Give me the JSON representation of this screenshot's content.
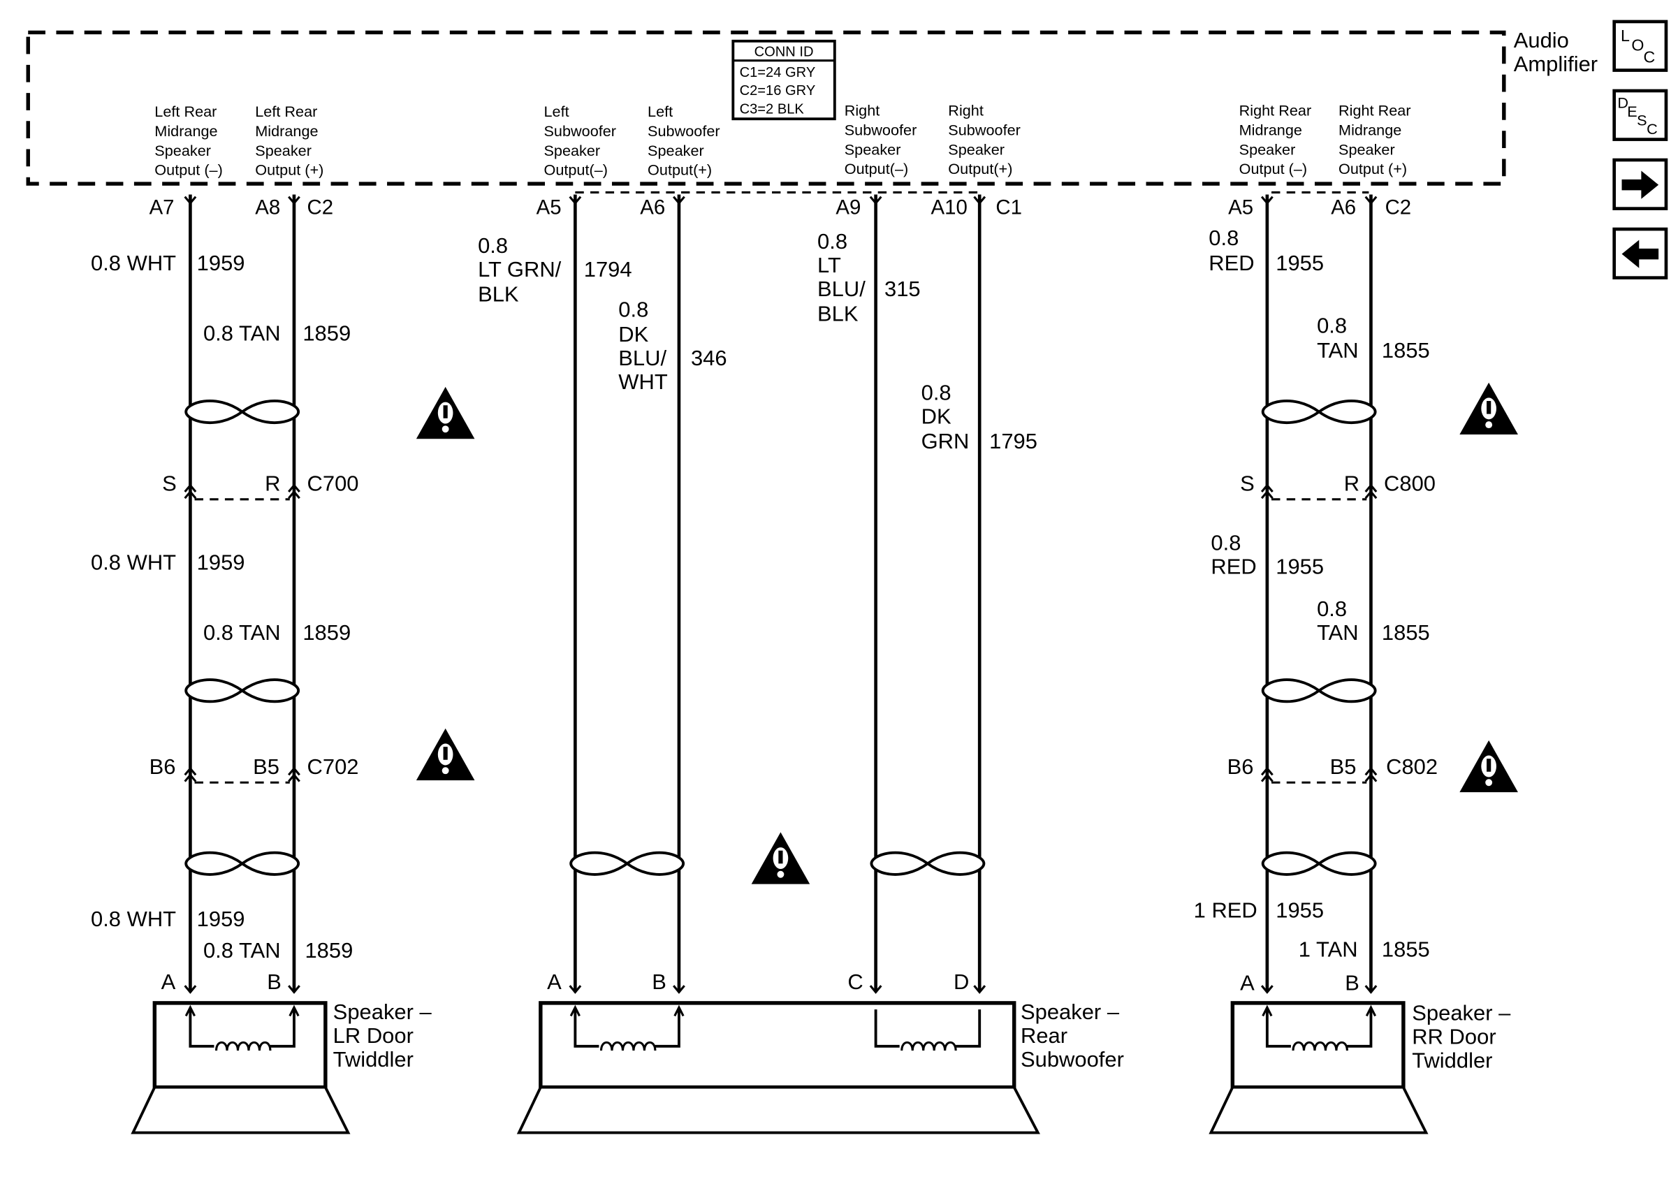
{
  "amplifier": {
    "title_line1": "Audio",
    "title_line2": "Amplifier",
    "conn_id": {
      "header": "CONN ID",
      "lines": [
        "C1=24 GRY",
        "C2=16 GRY",
        "C3=2 BLK"
      ]
    },
    "outputs": [
      [
        "Left Rear",
        "Midrange",
        "Speaker",
        "Output (–)"
      ],
      [
        "Left Rear",
        "Midrange",
        "Speaker",
        "Output (+)"
      ],
      [
        "Left",
        "Subwoofer",
        "Speaker",
        "Output(–)"
      ],
      [
        "Left",
        "Subwoofer",
        "Speaker",
        "Output(+)"
      ],
      [
        "Right",
        "Subwoofer",
        "Speaker",
        "Output(–)"
      ],
      [
        "Right",
        "Subwoofer",
        "Speaker",
        "Output(+)"
      ],
      [
        "Right Rear",
        "Midrange",
        "Speaker",
        "Output (–)"
      ],
      [
        "Right Rear",
        "Midrange",
        "Speaker",
        "Output (+)"
      ]
    ],
    "pins": [
      "A7",
      "A8",
      "C2",
      "A5",
      "A6",
      "A9",
      "A10",
      "C1",
      "A5",
      "A6",
      "C2"
    ]
  },
  "nav": {
    "loc": {
      "l": "L",
      "o": "O",
      "c": "C"
    },
    "desc": {
      "d": "D",
      "e": "E",
      "s": "S",
      "c": "C"
    },
    "next_glyph": "→",
    "prev_glyph": "←"
  },
  "left_circuit": {
    "seg1": {
      "wht": "0.8 WHT",
      "wht_id": "1959",
      "tan": "0.8 TAN",
      "tan_id": "1859"
    },
    "c700": {
      "pin_a": "S",
      "pin_b": "R",
      "name": "C700"
    },
    "seg2": {
      "wht": "0.8 WHT",
      "wht_id": "1959",
      "tan": "0.8 TAN",
      "tan_id": "1859"
    },
    "c702": {
      "pin_a": "B6",
      "pin_b": "B5",
      "name": "C702"
    },
    "seg3": {
      "wht": "0.8 WHT",
      "wht_id": "1959",
      "tan": "0.8 TAN",
      "tan_id": "1859"
    },
    "terminals": [
      "A",
      "B"
    ],
    "speaker": [
      "Speaker –",
      "LR Door",
      "Twiddler"
    ]
  },
  "sub_circuit": {
    "w1": [
      "0.8",
      "LT GRN/",
      "BLK"
    ],
    "w1_id": "1794",
    "w2": [
      "0.8",
      "DK",
      "BLU/",
      "WHT"
    ],
    "w2_id": "346",
    "w3": [
      "0.8",
      "LT",
      "BLU/",
      "BLK"
    ],
    "w3_id": "315",
    "w4": [
      "0.8",
      "DK",
      "GRN"
    ],
    "w4_id": "1795",
    "terminals": [
      "A",
      "B",
      "C",
      "D"
    ],
    "speaker": [
      "Speaker –",
      "Rear",
      "Subwoofer"
    ]
  },
  "right_circuit": {
    "seg1": {
      "red": [
        "0.8",
        "RED"
      ],
      "red_id": "1955",
      "tan": [
        "0.8",
        "TAN"
      ],
      "tan_id": "1855"
    },
    "c800": {
      "pin_a": "S",
      "pin_b": "R",
      "name": "C800"
    },
    "seg2": {
      "red": [
        "0.8",
        "RED"
      ],
      "red_id": "1955",
      "tan": [
        "0.8",
        "TAN"
      ],
      "tan_id": "1855"
    },
    "c802": {
      "pin_a": "B6",
      "pin_b": "B5",
      "name": "C802"
    },
    "seg3": {
      "red": "1 RED",
      "red_id": "1955",
      "tan": "1 TAN",
      "tan_id": "1855"
    },
    "terminals": [
      "A",
      "B"
    ],
    "speaker": [
      "Speaker –",
      "RR Door",
      "Twiddler"
    ]
  },
  "warning_glyph": "!"
}
